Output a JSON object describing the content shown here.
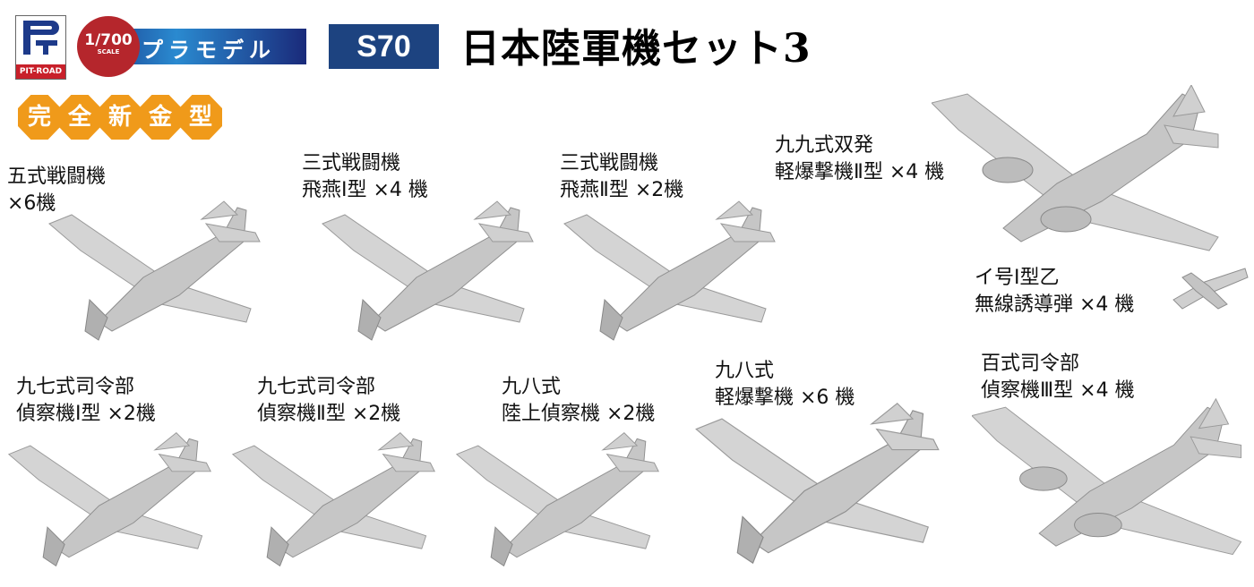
{
  "header": {
    "brand": "PIT-ROAD",
    "scale": "1/700",
    "scale_sub": "SCALE",
    "category": "プラモデル",
    "code": "S70",
    "title": "日本陸軍機セット3",
    "badges": [
      "完",
      "全",
      "新",
      "金",
      "型"
    ]
  },
  "colors": {
    "brand_red": "#c8202a",
    "navy": "#1d4380",
    "badge_orange": "#f09a1a",
    "model_gray": "#d2d2d2"
  },
  "items": [
    {
      "line1": "五式戦闘機",
      "line2": "×6機"
    },
    {
      "line1": "三式戦闘機",
      "line2": "飛燕Ⅰ型 ×4 機"
    },
    {
      "line1": "三式戦闘機",
      "line2": "飛燕Ⅱ型 ×2機"
    },
    {
      "line1": "九九式双発",
      "line2": "軽爆撃機Ⅱ型 ×4 機"
    },
    {
      "line1": "イ号Ⅰ型乙",
      "line2": "無線誘導弾 ×4 機"
    },
    {
      "line1": "九七式司令部",
      "line2": "偵察機Ⅰ型 ×2機"
    },
    {
      "line1": "九七式司令部",
      "line2": "偵察機Ⅱ型 ×2機"
    },
    {
      "line1": "九八式",
      "line2": "陸上偵察機 ×2機"
    },
    {
      "line1": "九八式",
      "line2": "軽爆撃機 ×6 機"
    },
    {
      "line1": "百式司令部",
      "line2": "偵察機Ⅲ型 ×4 機"
    }
  ]
}
